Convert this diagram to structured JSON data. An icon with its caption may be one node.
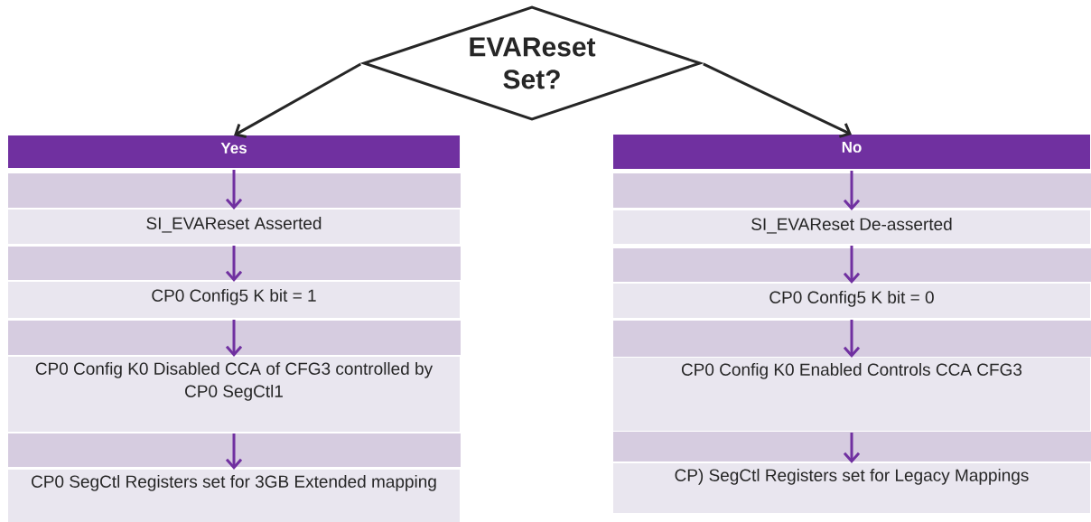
{
  "diagram": {
    "nodes": [
      {
        "text": [
          "EVAReset Set?"
        ]
      },
      {
        "text": [
          "Yes"
        ]
      },
      {
        "text": [
          "SI_EVAReset Asserted"
        ]
      },
      {
        "text": [
          "CP0 Config5 K bit = 1"
        ]
      },
      {
        "text": [
          "CP0 Config K0 Disabled CCA of CFG3 controlled by CP0 SegCtl1"
        ]
      },
      {
        "text": [
          "CP0 SegCtl Registers set for 3GB Extended mapping"
        ]
      },
      {
        "text": [
          "No"
        ]
      },
      {
        "text": [
          "SI_EVAReset De-asserted"
        ]
      },
      {
        "text": [
          "CP0 Config5 K bit = 0"
        ]
      },
      {
        "text": [
          "CP0 Config K0 Enabled Controls CCA CFG3"
        ]
      },
      {
        "text": [
          "CP) SegCtl Registers set for Legacy Mappings"
        ]
      }
    ],
    "edges": [
      {
        "from": 0,
        "to": 1,
        "arrow": "to",
        "color": "#262626"
      },
      {
        "from": 0,
        "to": 6,
        "arrow": "to",
        "color": "#262626"
      },
      {
        "from": 1,
        "to": 2,
        "arrow": "to"
      },
      {
        "from": 2,
        "to": 3,
        "arrow": "to"
      },
      {
        "from": 3,
        "to": 4,
        "arrow": "to"
      },
      {
        "from": 4,
        "to": 5,
        "arrow": "to"
      },
      {
        "from": 6,
        "to": 7,
        "arrow": "to"
      },
      {
        "from": 7,
        "to": 8,
        "arrow": "to"
      },
      {
        "from": 8,
        "to": 9,
        "arrow": "to"
      },
      {
        "from": 9,
        "to": 10,
        "arrow": "to"
      }
    ]
  }
}
